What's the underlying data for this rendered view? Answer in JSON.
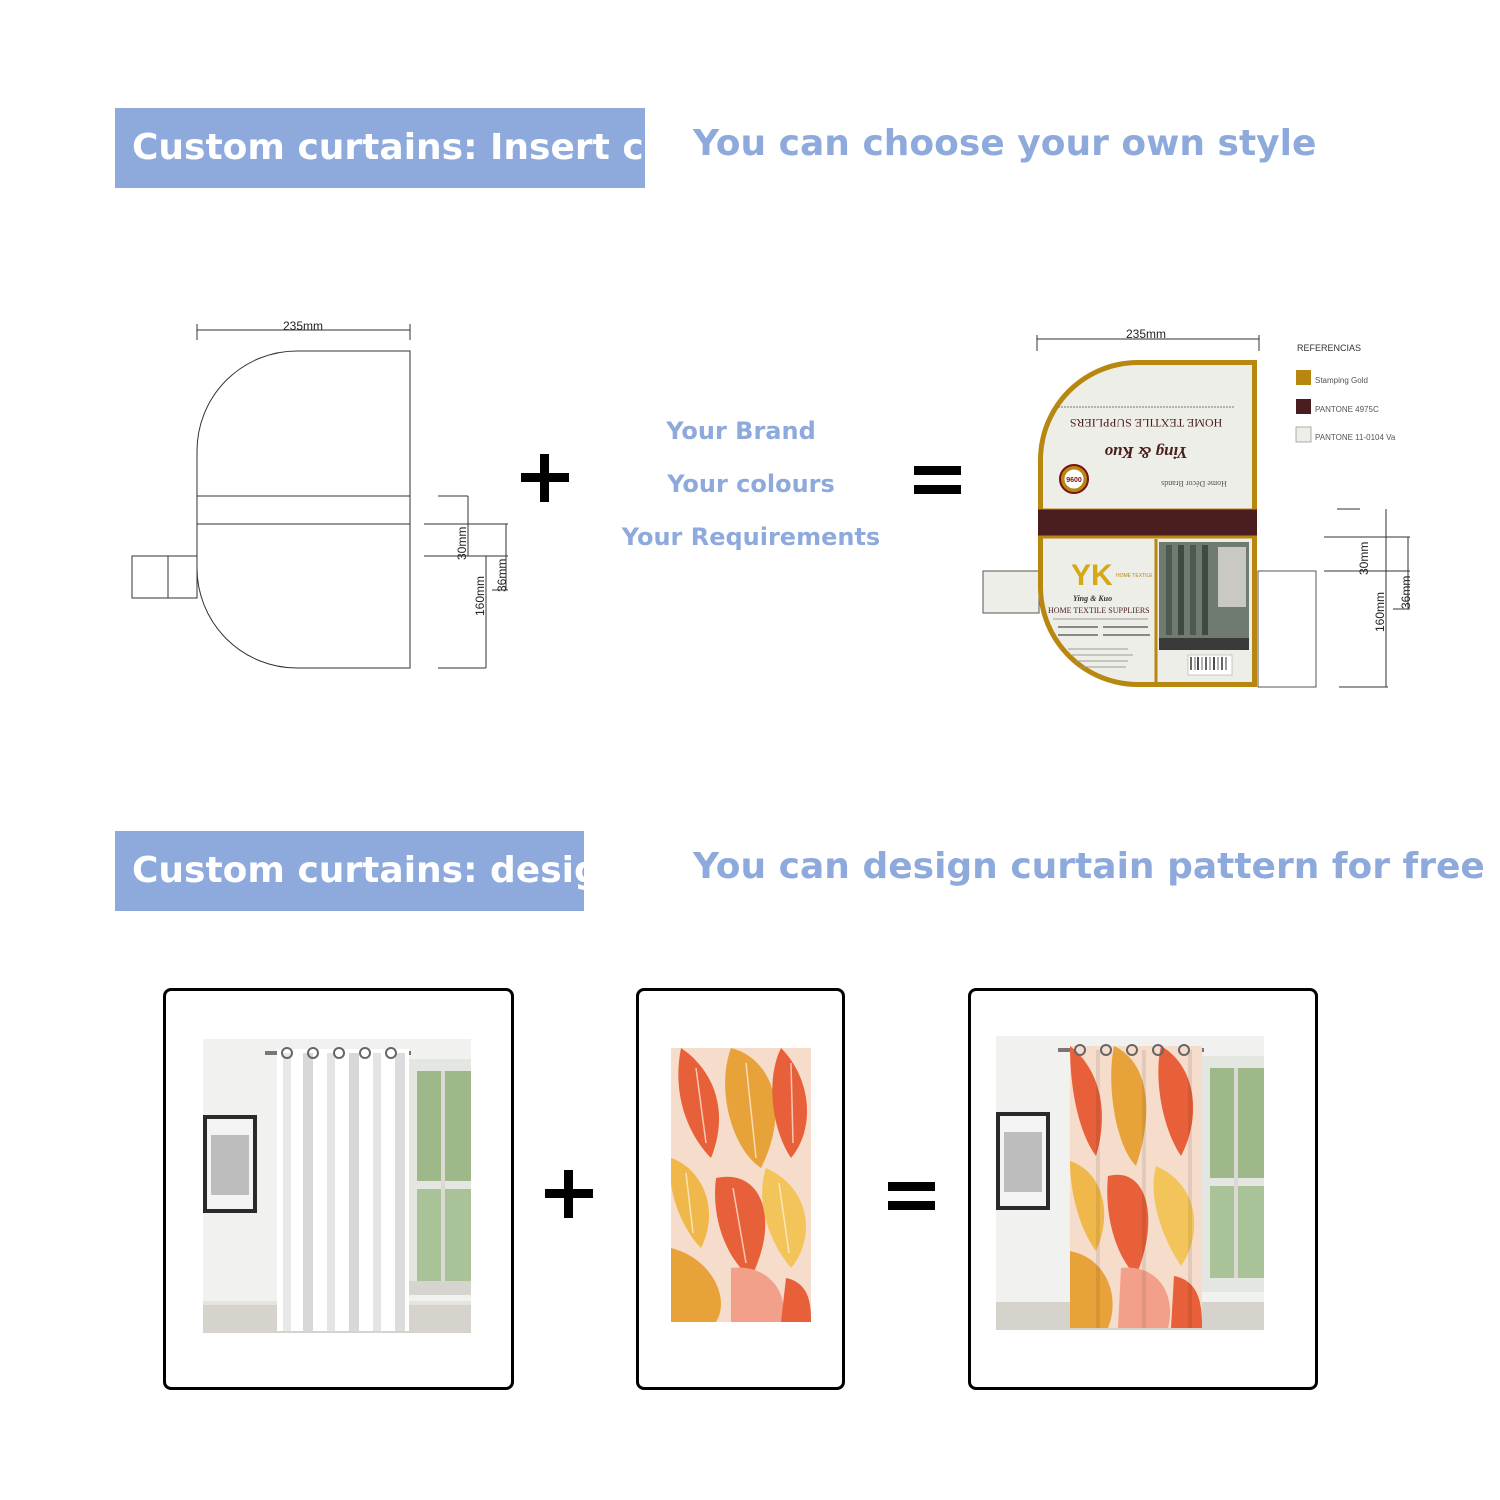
{
  "section1": {
    "banner": "Custom curtains: Insert card",
    "tagline": "You can choose your own style",
    "features": [
      "Your Brand",
      "Your colours",
      "Your Requirements"
    ],
    "operators": {
      "plus": "+",
      "equals": "="
    },
    "template_dims": {
      "width": "235mm",
      "h1": "30mm",
      "h2": "36mm",
      "h3": "160mm"
    },
    "sample_dims": {
      "width": "235mm",
      "h1": "30mm",
      "h2": "36mm",
      "h3": "160mm"
    },
    "card": {
      "brand": "Ying & Kuo",
      "company": "HOME TEXTILE SUPPLIERS",
      "tagline": "Home Décor Brands",
      "badge": "9600",
      "logo_letters": "YK",
      "logo_sub": "HOME TEXTILE",
      "brand_front": "Ying & Kuo",
      "company_front": "HOME TEXTILE SUPPLIERS"
    },
    "references": {
      "title": "REFERENCIAS",
      "items": [
        {
          "label": "Stamping Gold",
          "color": "#b8870f"
        },
        {
          "label": "PANTONE 4975C",
          "color": "#4a1e1e"
        },
        {
          "label": "PANTONE 11-0104 Va",
          "color": "#eeeee8"
        }
      ]
    }
  },
  "section2": {
    "banner": "Custom curtains: design",
    "tagline": "You can design curtain pattern for free",
    "operators": {
      "plus": "+",
      "equals": "="
    }
  },
  "colors": {
    "accent": "#8eaadc",
    "gold": "#b8870f",
    "brown": "#4a1e1e",
    "card_bg": "#eeeee8"
  }
}
